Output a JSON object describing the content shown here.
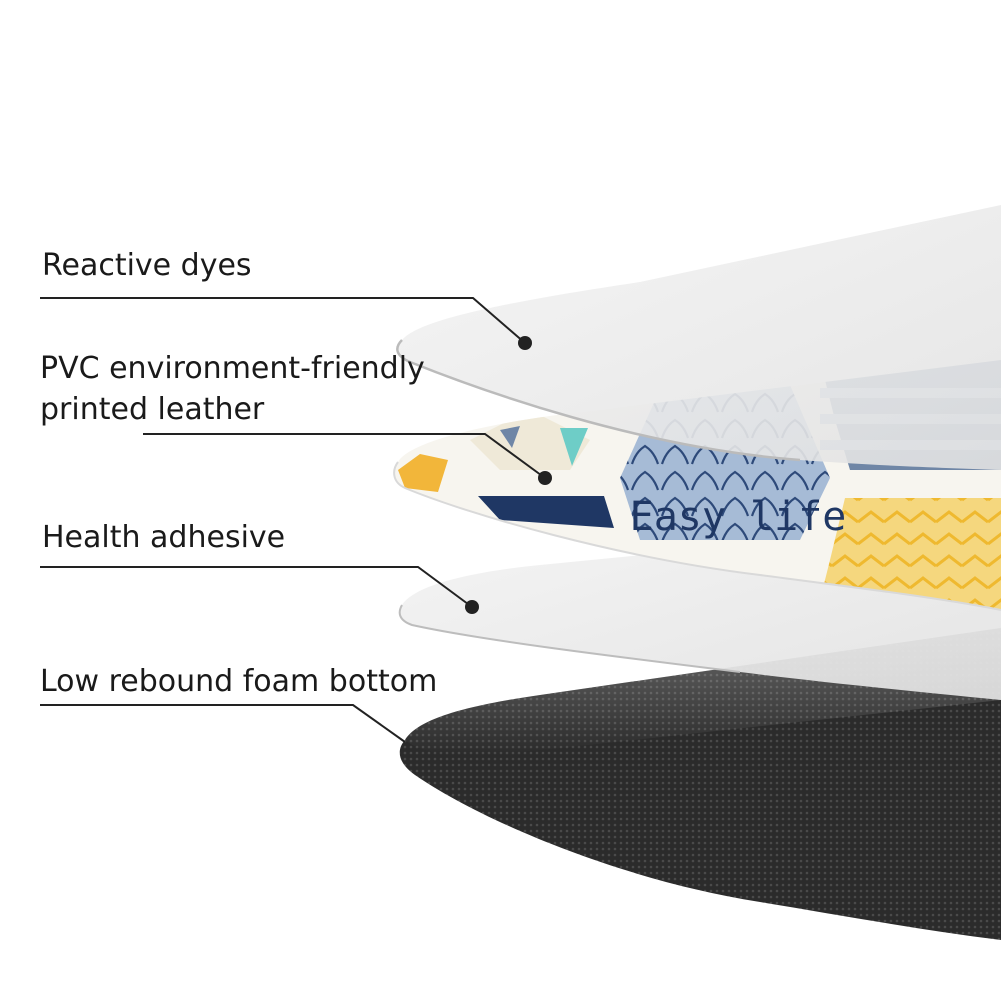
{
  "labels": {
    "reactive_dyes": "Reactive dyes",
    "pvc_line1": "PVC environment-friendly",
    "pvc_line2": "printed leather",
    "health_adhesive": "Health adhesive",
    "foam_bottom": "Low rebound foam bottom"
  },
  "print_text": "Easy life",
  "colors": {
    "navy": "#1f3764",
    "slate_blue": "#6f86a6",
    "light_blue": "#a9bdd6",
    "mustard": "#f2c14e",
    "teal": "#6ecdc7",
    "cream": "#f3efe4",
    "foam": "#2e2e2e"
  }
}
